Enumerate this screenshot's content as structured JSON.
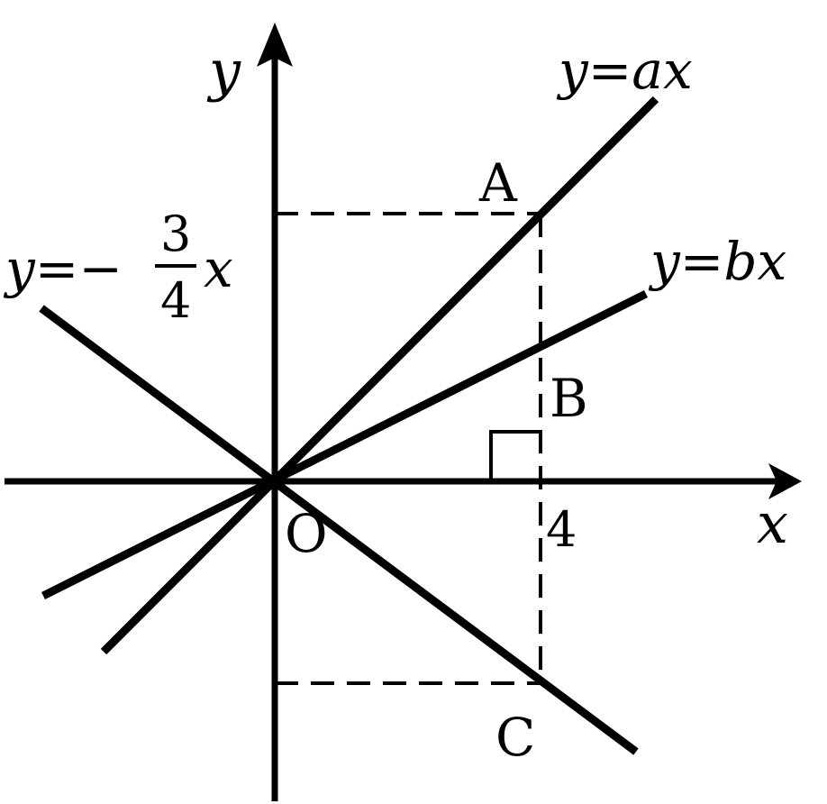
{
  "axes": {
    "x_label": "x",
    "y_label": "y",
    "origin_label": "O",
    "x_tick_label": "4"
  },
  "lines": {
    "line_a": {
      "label_left": "y=",
      "label_right": "ax"
    },
    "line_b": {
      "label_left": "y=",
      "label_right": "bx"
    },
    "line_c": {
      "label_left": "y=−",
      "frac_num": "3",
      "frac_den": "4",
      "label_right": "x"
    }
  },
  "points": {
    "A": "A",
    "B": "B",
    "C": "C"
  }
}
